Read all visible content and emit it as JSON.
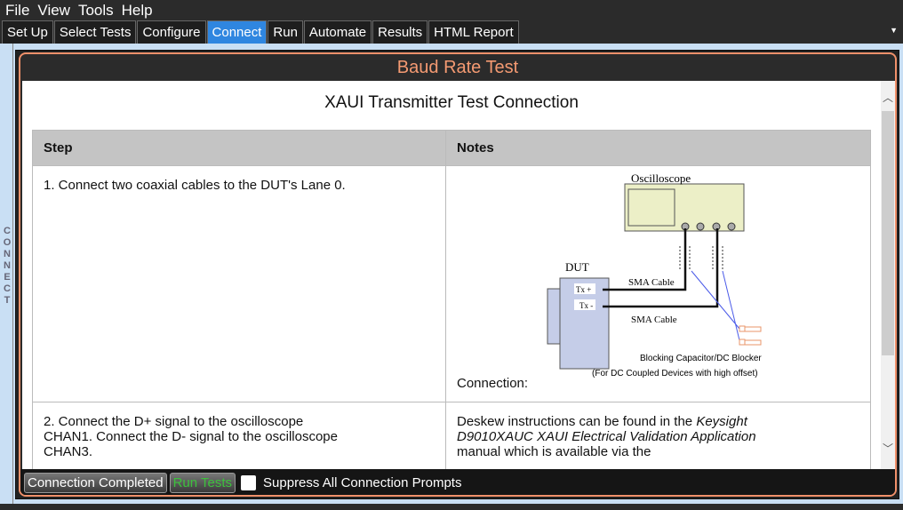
{
  "menu": [
    "File",
    "View",
    "Tools",
    "Help"
  ],
  "tabs": [
    "Set Up",
    "Select Tests",
    "Configure",
    "Connect",
    "Run",
    "Automate",
    "Results",
    "HTML Report"
  ],
  "active_tab": "Connect",
  "side_label": "CONNECT",
  "panel_title": "Baud Rate Test",
  "content_title": "XAUI Transmitter Test Connection",
  "table": {
    "headers": [
      "Step",
      "Notes"
    ],
    "rows": [
      {
        "step": "1. Connect two coaxial cables to the DUT's Lane 0.",
        "notes_label": "Connection:"
      },
      {
        "step": "2. Connect the D+ signal to the oscilloscope CHAN1. Connect the D- signal to the oscilloscope CHAN3.",
        "notes_pre": "Deskew instructions can be found in the ",
        "notes_italic": "Keysight D9010XAUC XAUI Electrical Validation Application",
        "notes_post": " manual which is available via the"
      }
    ]
  },
  "diagram": {
    "oscilloscope": "Oscilloscope",
    "dut": "DUT",
    "tx_plus": "Tx +",
    "tx_minus": "Tx -",
    "cable1": "SMA Cable",
    "cable2": "SMA Cable",
    "blocker": "Blocking Capacitor/DC Blocker",
    "blocker_note": "(For DC Coupled Devices with high offset)"
  },
  "buttons": {
    "connection_completed": "Connection Completed",
    "run_tests": "Run Tests"
  },
  "checkbox": {
    "label": "Suppress All Connection Prompts",
    "checked": false
  },
  "colors": {
    "accent": "#2f86e0",
    "panel_border": "#f0906a",
    "run_tests": "#3dc13d"
  }
}
